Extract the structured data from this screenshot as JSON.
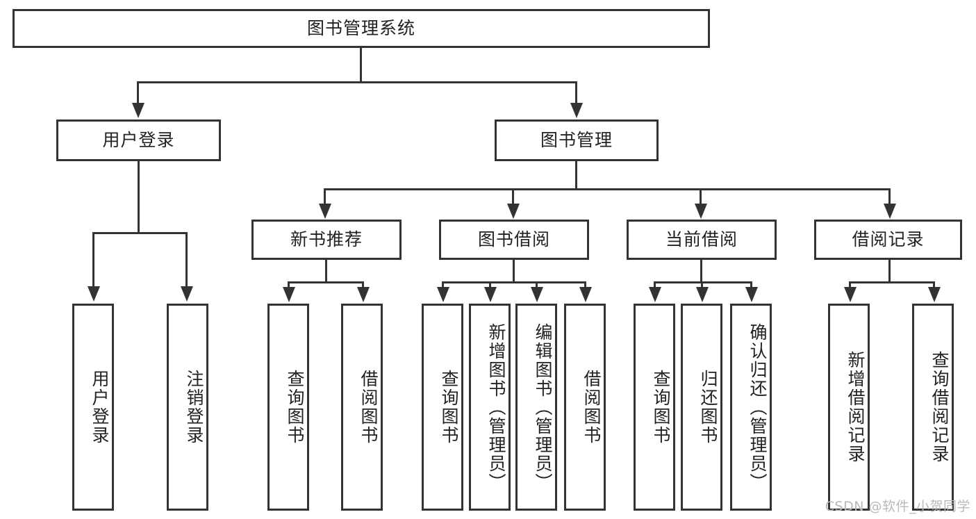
{
  "diagram": {
    "title": "图书管理系统",
    "type": "tree",
    "root": {
      "label": "图书管理系统"
    },
    "level2": [
      {
        "label": "用户登录"
      },
      {
        "label": "图书管理"
      }
    ],
    "level3": [
      {
        "label": "新书推荐"
      },
      {
        "label": "图书借阅"
      },
      {
        "label": "当前借阅"
      },
      {
        "label": "借阅记录"
      }
    ],
    "leaves": {
      "user_login": [
        {
          "label": "用户登录"
        },
        {
          "label": "注销登录"
        }
      ],
      "new_book_recommend": [
        {
          "label": "查询图书"
        },
        {
          "label": "借阅图书"
        }
      ],
      "book_borrow": [
        {
          "label": "查询图书"
        },
        {
          "label": "新增图书（管理员）"
        },
        {
          "label": "编辑图书（管理员）"
        },
        {
          "label": "借阅图书"
        }
      ],
      "current_borrow": [
        {
          "label": "查询图书"
        },
        {
          "label": "归还图书"
        },
        {
          "label": "确认归还（管理员）"
        }
      ],
      "borrow_record": [
        {
          "label": "新增借阅记录"
        },
        {
          "label": "查询借阅记录"
        }
      ]
    }
  },
  "watermark": {
    "text": "CSDN @软件_小贺同学"
  },
  "colors": {
    "stroke": "#333333",
    "fill": "#ffffff",
    "text": "#222222",
    "watermark": "#b9b9b9"
  }
}
